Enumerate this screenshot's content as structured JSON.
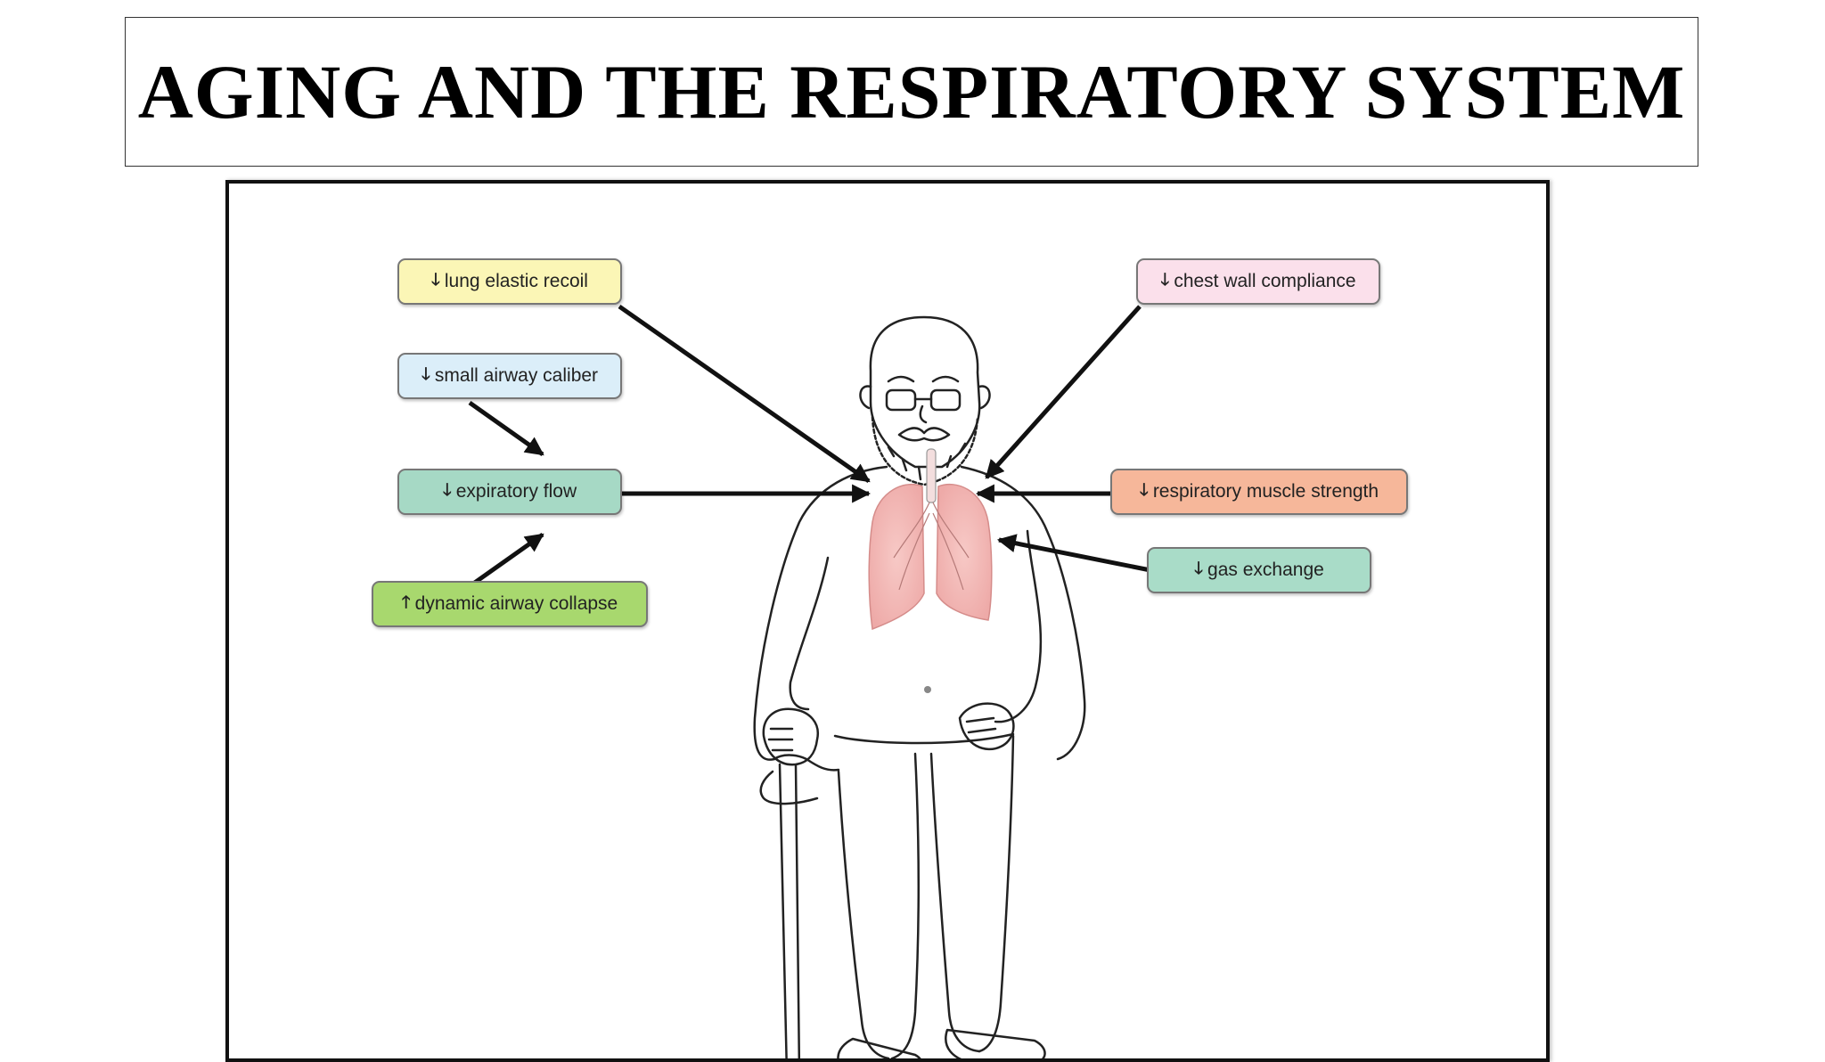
{
  "title": "AGING AND THE RESPIRATORY SYSTEM",
  "figure": {
    "labels": {
      "lung_elastic_recoil": {
        "dir": "🡓",
        "text": "lung elastic recoil",
        "color": "#fbf6b6"
      },
      "small_airway_caliber": {
        "dir": "🡓",
        "text": "small airway caliber",
        "color": "#dbeef9"
      },
      "expiratory_flow": {
        "dir": "🡓",
        "text": "expiratory flow",
        "color": "#a6d9c5"
      },
      "dynamic_airway_collapse": {
        "dir": "🡑",
        "text": "dynamic airway collapse",
        "color": "#a8d86e"
      },
      "chest_wall_compliance": {
        "dir": "🡓",
        "text": "chest wall compliance",
        "color": "#fbe0eb"
      },
      "respiratory_muscle_strength": {
        "dir": "🡓",
        "text": "respiratory muscle strength",
        "color": "#f6b79a"
      },
      "gas_exchange": {
        "dir": "🡓",
        "text": "gas exchange",
        "color": "#a9dcc8"
      }
    },
    "illustration": "elderly-man-with-cane-and-lungs"
  }
}
